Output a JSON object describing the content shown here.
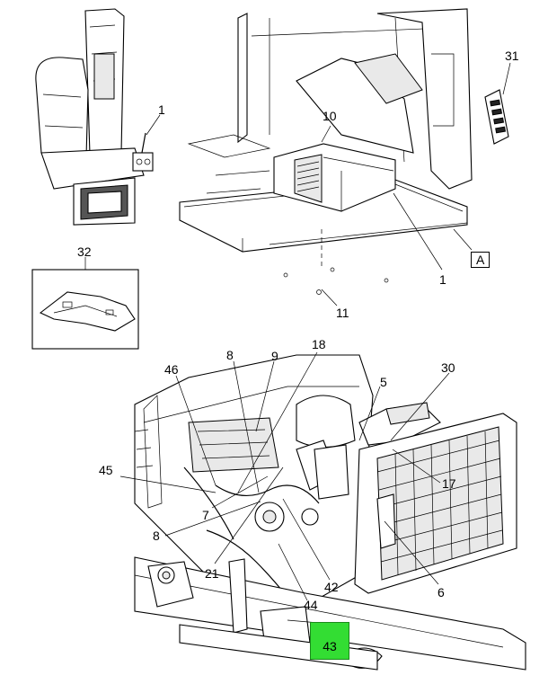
{
  "callouts": {
    "c1_top": "1",
    "c31": "31",
    "c10": "10",
    "c1_mid": "1",
    "cA": "A",
    "c32": "32",
    "c11": "11",
    "c18": "18",
    "c8_top": "8",
    "c9": "9",
    "c46": "46",
    "c30": "30",
    "c5": "5",
    "c17": "17",
    "c45": "45",
    "c7": "7",
    "c8_low": "8",
    "c21": "21",
    "c6": "6",
    "c44": "44",
    "c42": "42",
    "c43": "43"
  },
  "highlight": {
    "label": "43",
    "color": "#33dd33"
  }
}
